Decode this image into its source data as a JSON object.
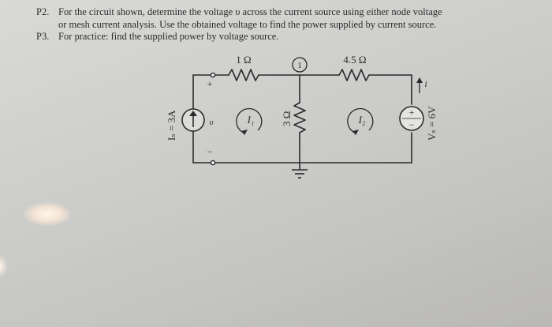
{
  "problems": [
    {
      "number": "P2.",
      "lines": [
        "For the circuit shown, determine the voltage υ across the current source using either node voltage",
        "or mesh current analysis.  Use the obtained voltage to find the power supplied by current source."
      ]
    },
    {
      "number": "P3.",
      "lines": [
        "For practice: find the supplied power by voltage source."
      ]
    }
  ],
  "circuit": {
    "r1_label": "1 Ω",
    "r2_label": "4.5 Ω",
    "r3_label": "3 Ω",
    "node_label": "1",
    "current_source_label": "Iₛ = 3A",
    "voltage_source_label": "Vₛ = 6V",
    "mesh1_label": "I₁",
    "mesh2_label": "I₂",
    "v_label": "υ",
    "plus_sign": "+",
    "minus_sign": "−",
    "i_label": "i"
  }
}
